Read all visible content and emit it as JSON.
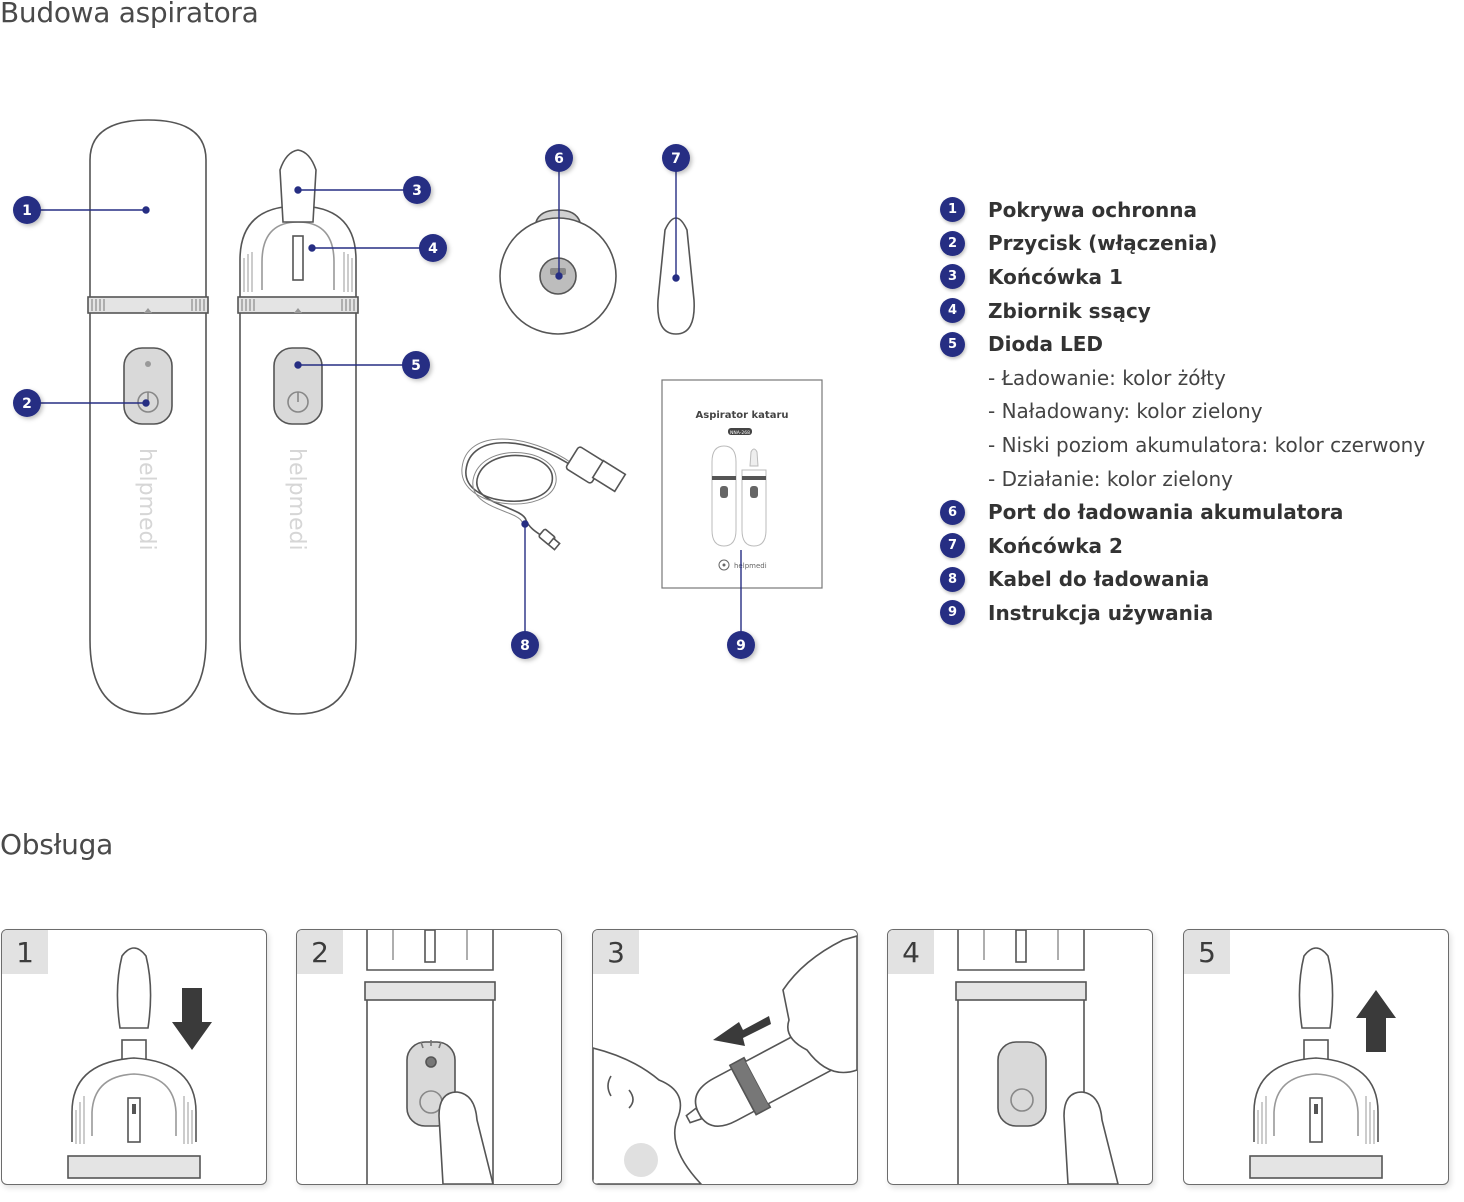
{
  "sections": {
    "build_title": "Budowa aspiratora",
    "use_title": "Obsługa"
  },
  "device": {
    "brand": "helpmedi",
    "manual_title": "Aspirator kataru",
    "manual_model": "NNA-268",
    "manual_brand": "helpmedi"
  },
  "callouts": [
    "1",
    "2",
    "3",
    "4",
    "5",
    "6",
    "7",
    "8",
    "9"
  ],
  "legend": [
    {
      "num": "1",
      "label": "Pokrywa ochronna"
    },
    {
      "num": "2",
      "label": "Przycisk (włączenia)"
    },
    {
      "num": "3",
      "label": "Końcówka 1"
    },
    {
      "num": "4",
      "label": "Zbiornik ssący"
    },
    {
      "num": "5",
      "label": "Dioda LED"
    },
    {
      "sub": "- Ładowanie: kolor żółty"
    },
    {
      "sub": "- Naładowany: kolor zielony"
    },
    {
      "sub": "- Niski poziom akumulatora: kolor czerwony"
    },
    {
      "sub": "- Działanie: kolor zielony"
    },
    {
      "num": "6",
      "label": "Port do ładowania akumulatora"
    },
    {
      "num": "7",
      "label": "Końcówka 2"
    },
    {
      "num": "8",
      "label": "Kabel do ładowania"
    },
    {
      "num": "9",
      "label": "Instrukcja używania"
    }
  ],
  "steps": [
    "1",
    "2",
    "3",
    "4",
    "5"
  ],
  "colors": {
    "accent": "#262e83",
    "outline": "#555555",
    "device_gray": "#d9d9d9",
    "arrow": "#3a3a3a"
  }
}
